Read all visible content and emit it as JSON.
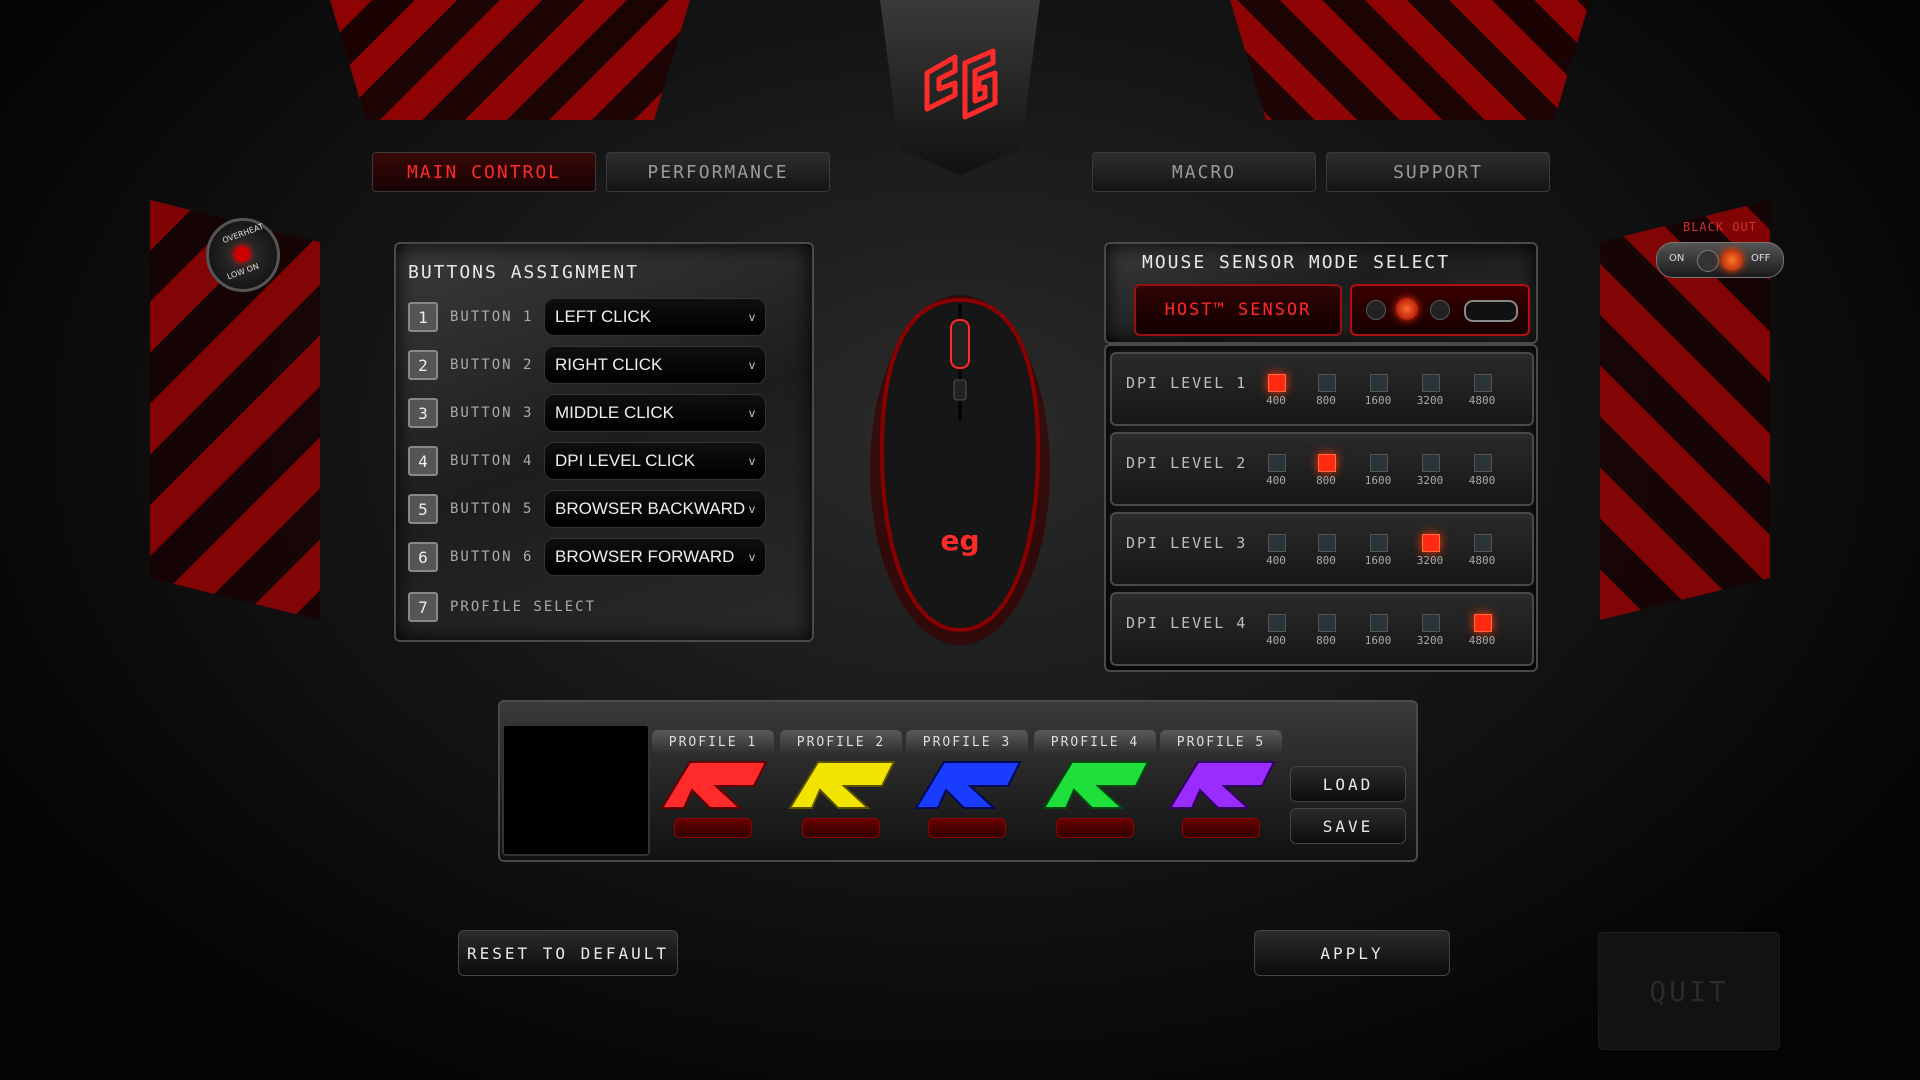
{
  "tabs": [
    {
      "label": "MAIN CONTROL",
      "active": true
    },
    {
      "label": "PERFORMANCE",
      "active": false
    },
    {
      "label": "MACRO",
      "active": false
    },
    {
      "label": "SUPPORT",
      "active": false
    }
  ],
  "overheat": {
    "top": "OVERHEAT",
    "bottom": "LOW ON"
  },
  "blackout": {
    "label": "BLACK OUT",
    "on": "ON",
    "off": "OFF"
  },
  "buttons_assignment": {
    "title": "BUTTONS ASSIGNMENT",
    "rows": [
      {
        "num": "1",
        "label": "BUTTON 1",
        "value": "LEFT CLICK"
      },
      {
        "num": "2",
        "label": "BUTTON 2",
        "value": "RIGHT CLICK"
      },
      {
        "num": "3",
        "label": "BUTTON 3",
        "value": "MIDDLE CLICK"
      },
      {
        "num": "4",
        "label": "BUTTON 4",
        "value": "DPI LEVEL CLICK"
      },
      {
        "num": "5",
        "label": "BUTTON 5",
        "value": "BROWSER BACKWARD"
      },
      {
        "num": "6",
        "label": "BUTTON 6",
        "value": "BROWSER FORWARD"
      }
    ],
    "profile_select": {
      "num": "7",
      "label": "PROFILE SELECT"
    },
    "chevron": "v"
  },
  "sensor": {
    "title": "MOUSE SENSOR MODE SELECT",
    "mode": "HOST™ SENSOR"
  },
  "dpi": {
    "values": [
      "400",
      "800",
      "1600",
      "3200",
      "4800"
    ],
    "levels": [
      {
        "label": "DPI LEVEL 1",
        "selected": 0
      },
      {
        "label": "DPI LEVEL 2",
        "selected": 1
      },
      {
        "label": "DPI LEVEL 3",
        "selected": 3
      },
      {
        "label": "DPI LEVEL 4",
        "selected": 4
      }
    ]
  },
  "profiles": [
    {
      "label": "PROFILE 1",
      "color": "#ff2a2a"
    },
    {
      "label": "PROFILE 2",
      "color": "#f2e400"
    },
    {
      "label": "PROFILE 3",
      "color": "#1a3cff"
    },
    {
      "label": "PROFILE 4",
      "color": "#1fe03a"
    },
    {
      "label": "PROFILE 5",
      "color": "#9b2cff"
    }
  ],
  "actions": {
    "load": "LOAD",
    "save": "SAVE",
    "reset": "RESET TO DEFAULT",
    "apply": "APPLY",
    "quit": "QUIT"
  },
  "colors": {
    "accent": "#ff2a2a",
    "led_on": "#ff2a10"
  }
}
